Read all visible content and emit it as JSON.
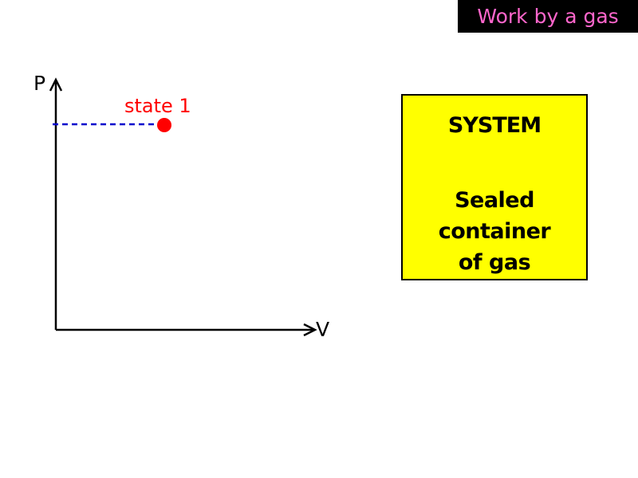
{
  "title": "Work by a gas",
  "colors": {
    "title_text": "#ff66cc",
    "title_bg": "#000000",
    "state_point": "#ff0000",
    "dashed_line": "#0000cc",
    "system_bg": "#ffff00"
  },
  "diagram": {
    "y_axis_label": "P",
    "x_axis_label": "V",
    "state": {
      "label": "state 1"
    }
  },
  "system_box": {
    "heading": "SYSTEM",
    "lines": [
      "Sealed",
      "container",
      "of gas"
    ]
  }
}
